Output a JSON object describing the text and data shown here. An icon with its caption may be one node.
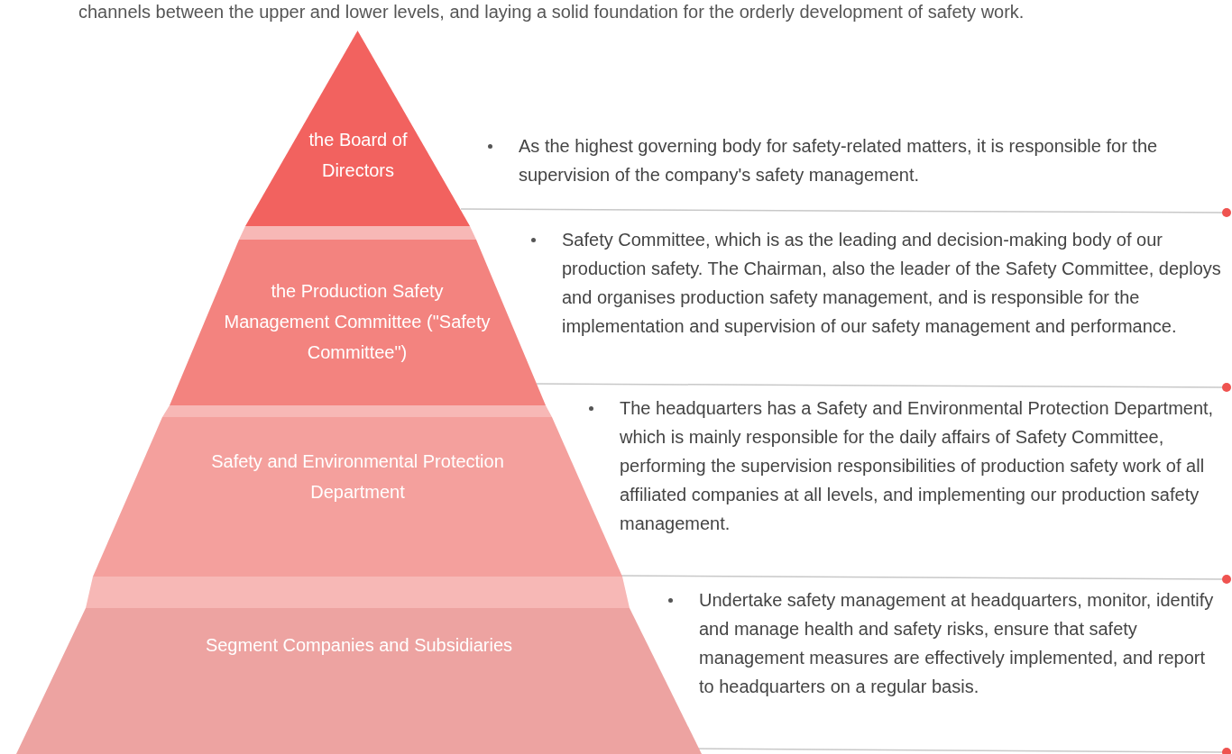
{
  "diagram": {
    "nodes": [
      {
        "text": [
          "the Board of Directors"
        ],
        "beside": [
          "As the highest governing body for safety-related matters, it is responsible for the supervision of the company's safety management."
        ]
      },
      {
        "text": [],
        "shape": "bar"
      },
      {
        "text": [
          "the Production Safety Management Committee (\"Safety Committee\")"
        ],
        "beside": [
          "Safety Committee, which is as the leading and decision-making body of our production safety. The Chairman, also the leader of the Safety Committee, deploys and organises production safety management, and is responsible for the implementation and supervision of our safety management and performance."
        ]
      },
      {
        "text": [],
        "shape": "bar"
      },
      {
        "text": [
          "Safety and Environmental Protection Department"
        ],
        "beside": [
          "The headquarters has a Safety and Environmental Protection Department, which is mainly responsible for the daily affairs of Safety Committee, performing the supervision responsibilities of production safety work of all affiliated companies at all levels, and implementing our production safety management."
        ]
      },
      {
        "text": [],
        "shape": "bar"
      },
      {
        "text": [
          "Segment Companies and Subsidiaries"
        ],
        "beside": [
          "Undertake safety management at headquarters, monitor, identify and manage health and safety risks, ensure that safety management measures are effectively implemented, and report to headquarters on a regular basis."
        ]
      }
    ],
    "labels": [
      "channels between the upper and lower levels, and laying a solid foundation for the orderly development of safety work."
    ]
  }
}
